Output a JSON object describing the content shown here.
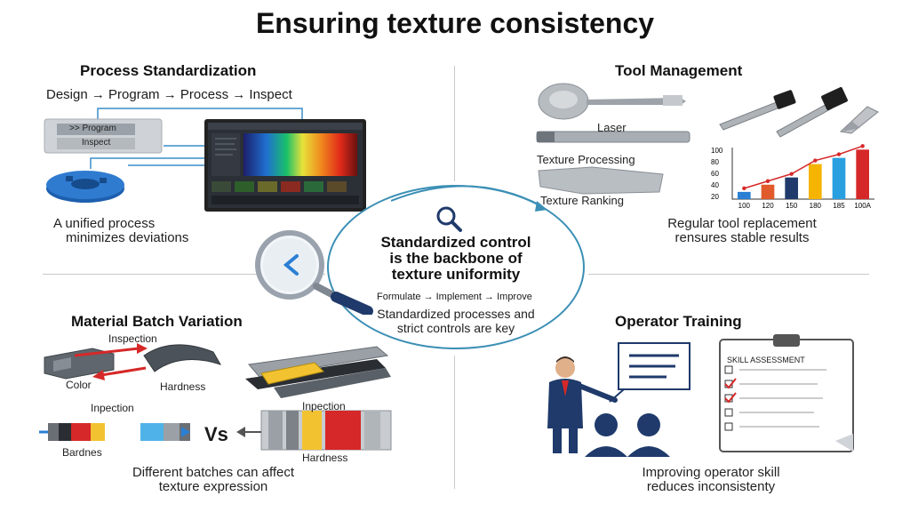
{
  "title": "Ensuring texture consistency",
  "center": {
    "headline_line1": "Standardized control",
    "headline_line2": "is the backbone of",
    "headline_line3": "texture uniformity",
    "cycle": "Formulate → Implement → Improve",
    "sub_line1": "Standardized processes and",
    "sub_line2": "strict controls are key"
  },
  "process": {
    "title": "Process Standardization",
    "flow": "Design → Program → Process → Inspect",
    "panel_row1": ">> Program",
    "panel_row2": "Inspect",
    "caption_line1": "A unified process",
    "caption_line2": "minimizes deviations"
  },
  "tool": {
    "title": "Tool Management",
    "label_laser": "Laser",
    "label_processing": "Texture Processing",
    "label_ranking": "Texture Ranking",
    "caption_line1": "Regular tool replacement",
    "caption_line2": "rensures stable results"
  },
  "material": {
    "title": "Material Batch Variation",
    "label_inspection_top": "Inspection",
    "label_color": "Color",
    "label_hardness_top": "Hardness",
    "label_inpection_left": "Inpection",
    "label_bardnes": "Bardnes",
    "vs": "Vs",
    "label_inpection_right": "Inpection",
    "label_hardness_right": "Hardness",
    "caption_line1": "Different batches can affect",
    "caption_line2": "texture expression"
  },
  "operator": {
    "title": "Operator Training",
    "checklist_title": "SKILL ASSESSMENT",
    "caption_line1": "Improving operator skill",
    "caption_line2": "reduces inconsistenty"
  },
  "chart_data": {
    "type": "bar",
    "categories": [
      "100",
      "120",
      "150",
      "180",
      "185",
      "100A"
    ],
    "values": [
      14,
      28,
      42,
      68,
      80,
      96
    ],
    "tick_labels": [
      "100",
      "80",
      "60",
      "40",
      "20"
    ],
    "colors": [
      "#2a7fd4",
      "#e05a2b",
      "#1f3a6b",
      "#f4b400",
      "#2a9fe0",
      "#d62828"
    ],
    "trend_color": "#d62828",
    "ylim": [
      0,
      100
    ]
  }
}
